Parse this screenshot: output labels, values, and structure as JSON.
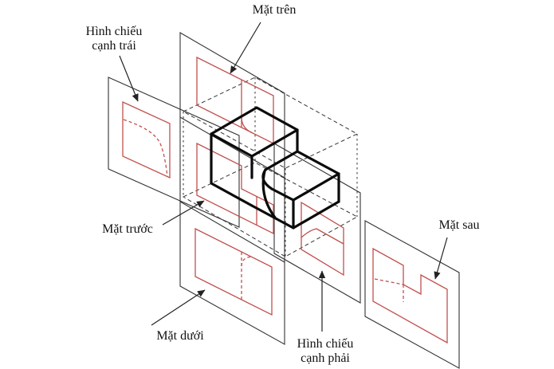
{
  "title": "Orthographic projection box diagram (six projection planes around an object)",
  "labels": {
    "mat_tren": "Mặt trên",
    "hinh_chieu_canh_trai_line1": "Hình chiếu",
    "hinh_chieu_canh_trai_line2": "cạnh trái",
    "mat_truoc": "Mặt trước",
    "mat_duoi": "Mặt dưới",
    "hinh_chieu_canh_phai_line1": "Hình chiếu",
    "hinh_chieu_canh_phai_line2": "cạnh phải",
    "mat_sau": "Mặt sau"
  },
  "planes": [
    {
      "name": "top-plane",
      "label": "Mặt trên"
    },
    {
      "name": "left-projection-plane",
      "label": "Hình chiếu cạnh trái"
    },
    {
      "name": "front-plane",
      "label": "Mặt trước"
    },
    {
      "name": "bottom-plane",
      "label": "Mặt dưới"
    },
    {
      "name": "right-projection-plane",
      "label": "Hình chiếu cạnh phải"
    },
    {
      "name": "back-plane",
      "label": "Mặt sau"
    }
  ],
  "colors": {
    "background": "#ffffff",
    "plane_outline": "#333333",
    "projection_red": "#c0504d",
    "object_black": "#0b0b0b",
    "label_text": "#111111",
    "dashed_line": "#333333"
  }
}
